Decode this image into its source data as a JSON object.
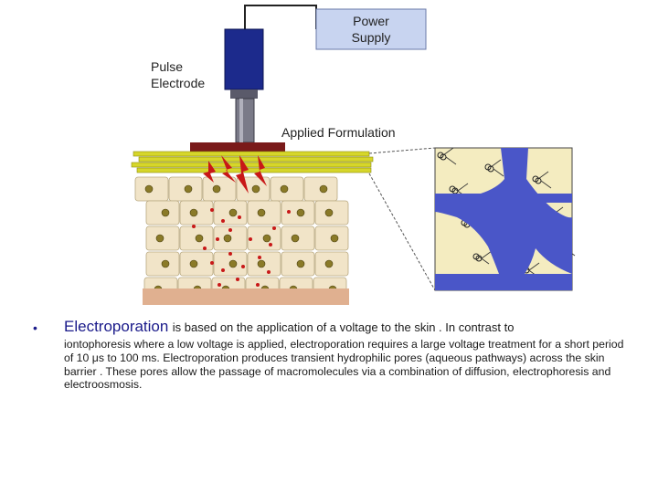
{
  "diagram": {
    "power_supply_label": [
      "Power",
      "Supply"
    ],
    "pulse_electrode_label": [
      "Pulse",
      "Electrode"
    ],
    "applied_formulation_label": "Applied Formulation"
  },
  "bullet": {
    "term": "Electroporation",
    "first_line": "is  based on the application of a voltage to the skin . In contrast to",
    "rest": "iontophoresis where a low voltage is applied, electroporation requires a large voltage treatment for a short period of 10 μs to 100 ms. Electroporation produces transient hydrophilic pores (aqueous pathways) across the skin barrier . These pores allow the passage of macromolecules via a combination of diffusion, electrophoresis and electroosmosis."
  },
  "colors": {
    "electrode": "#1c2a8c",
    "pore": "#4a56c8",
    "stratum_corneum": "#d6d62a",
    "cell_fill": "#f1e4c8",
    "nucleus": "#8a7a28",
    "formulation": "#7a1a1a",
    "spark": "#c81818",
    "base_layer": "#e0b090"
  }
}
